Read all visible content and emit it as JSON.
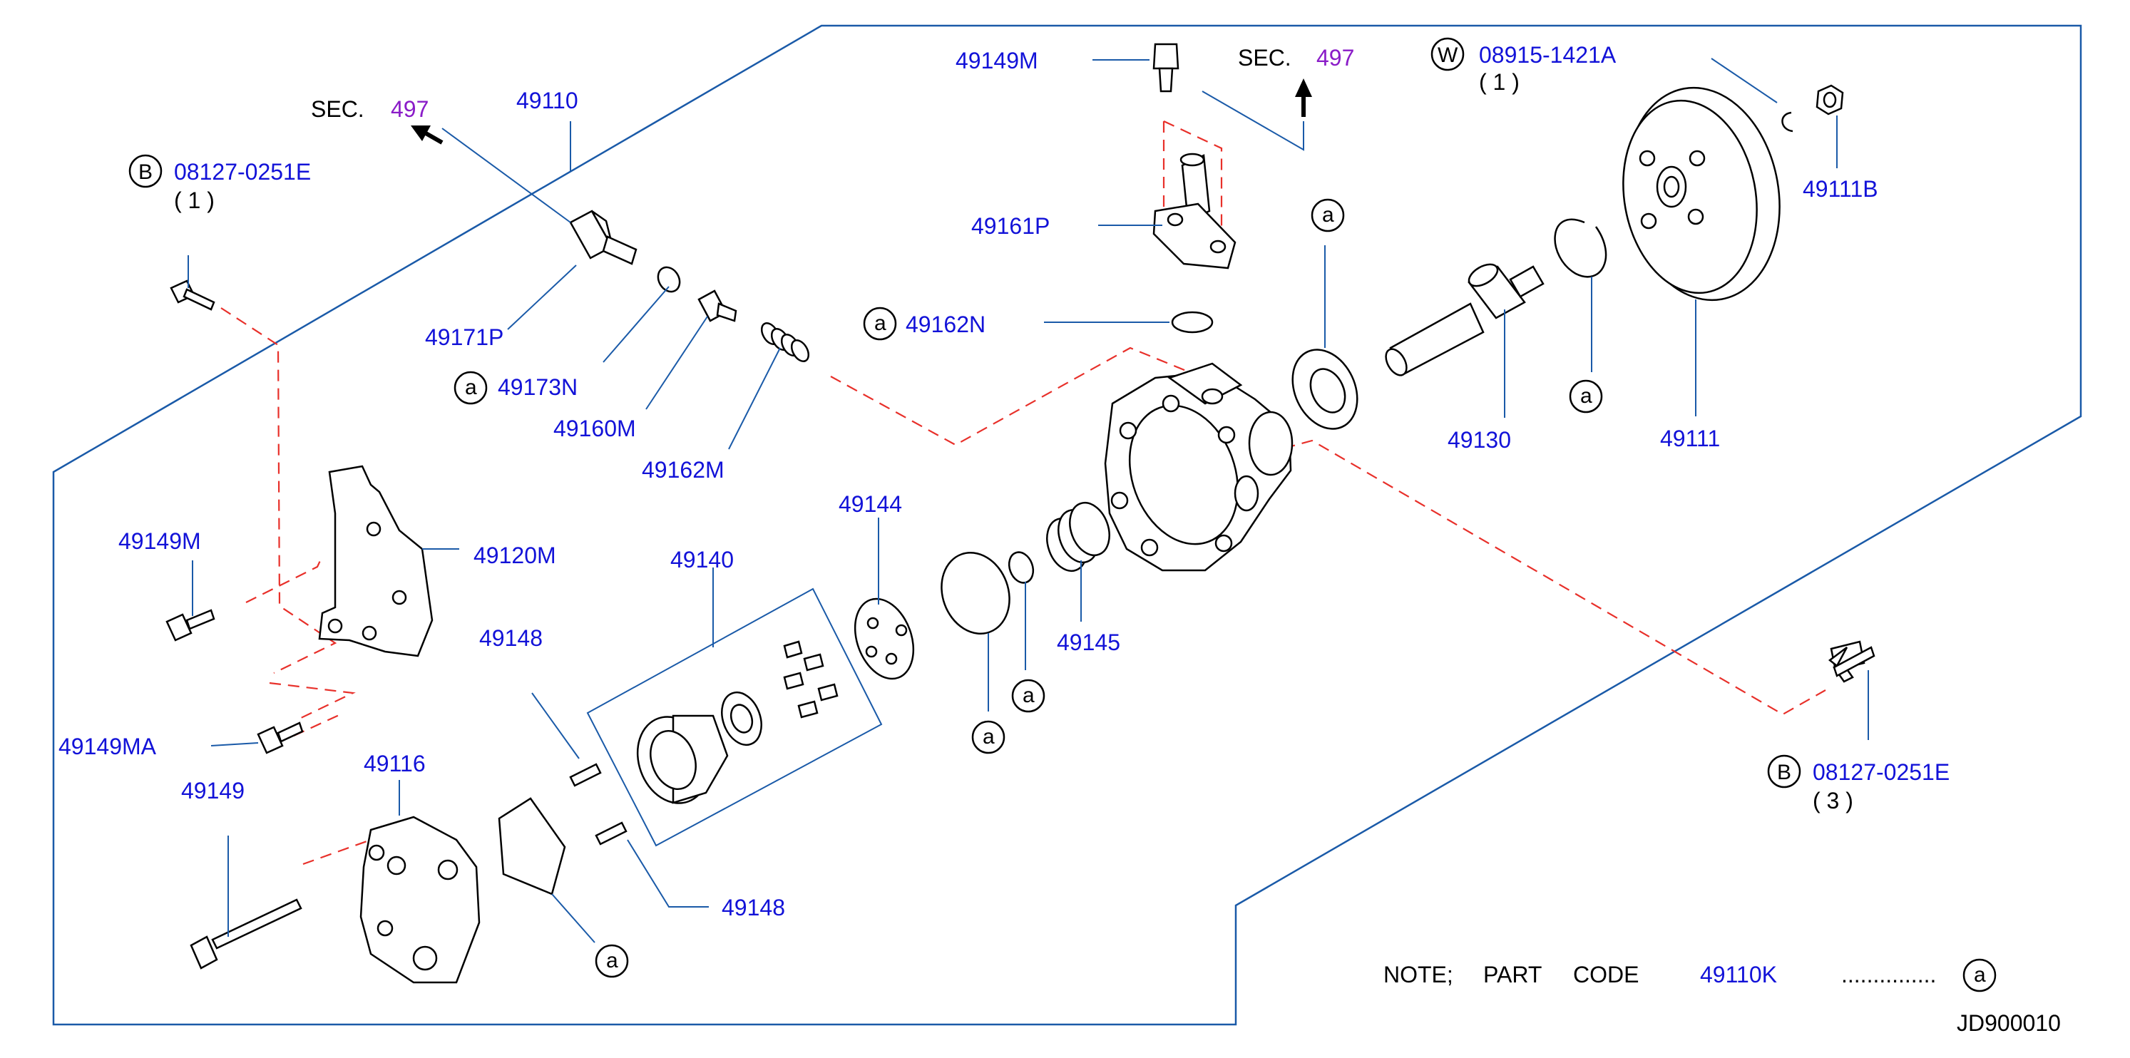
{
  "diagram": {
    "sec_prefix": "SEC.",
    "sec_number": "497",
    "sec2_prefix": "SEC.",
    "sec2_number": "497",
    "parts": {
      "p49110": "49110",
      "p49171P": "49171P",
      "p49173N": "49173N",
      "p49160M": "49160M",
      "p49162M": "49162M",
      "p49149M_top": "49149M",
      "p49161P": "49161P",
      "p49162N": "49162N",
      "p49130": "49130",
      "p49111": "49111",
      "p49111B": "49111B",
      "p08915": "08915-1421A",
      "p08915_qty": "( 1 )",
      "p08127_top": "08127-0251E",
      "p08127_top_qty": "( 1 )",
      "p49149M_left": "49149M",
      "p49120M": "49120M",
      "p49149MA": "49149MA",
      "p49148_a": "49148",
      "p49140": "49140",
      "p49144": "49144",
      "p49145": "49145",
      "p49116": "49116",
      "p49149": "49149",
      "p49148_b": "49148",
      "p08127_right": "08127-0251E",
      "p08127_right_qty": "( 3 )"
    },
    "markers": {
      "a": "a",
      "b": "B",
      "w": "W"
    },
    "note": {
      "prefix": "NOTE;",
      "part": "PART",
      "code": "CODE",
      "code_value": "49110K",
      "dots": "..............."
    },
    "diagram_id": "JD900010",
    "colors": {
      "label": "#1212d8",
      "section": "#8a1cc8",
      "leader": "#1a5aa8",
      "dashed": "#e8302a"
    }
  }
}
